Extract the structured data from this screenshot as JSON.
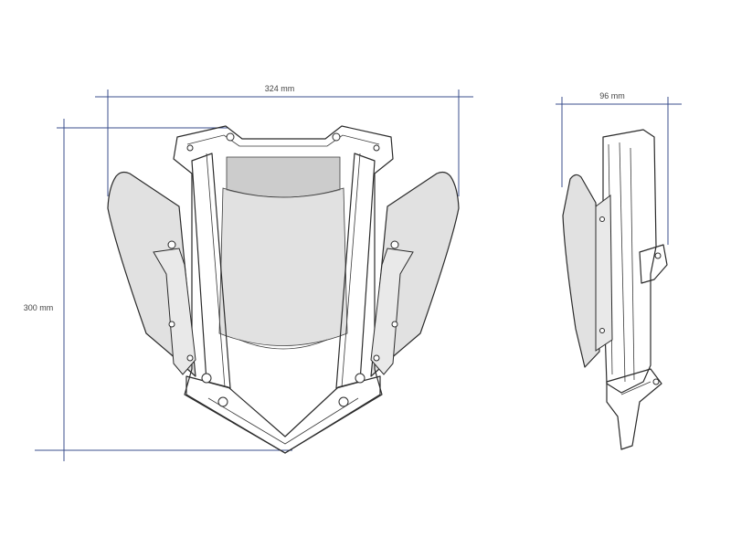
{
  "dimensions": {
    "front_width": "324 mm",
    "height": "300 mm",
    "side_depth": "96 mm"
  },
  "colors": {
    "dimension_line": "#3b4f8c",
    "outline": "#2b2b2b",
    "tint": "#c9c9c9"
  }
}
